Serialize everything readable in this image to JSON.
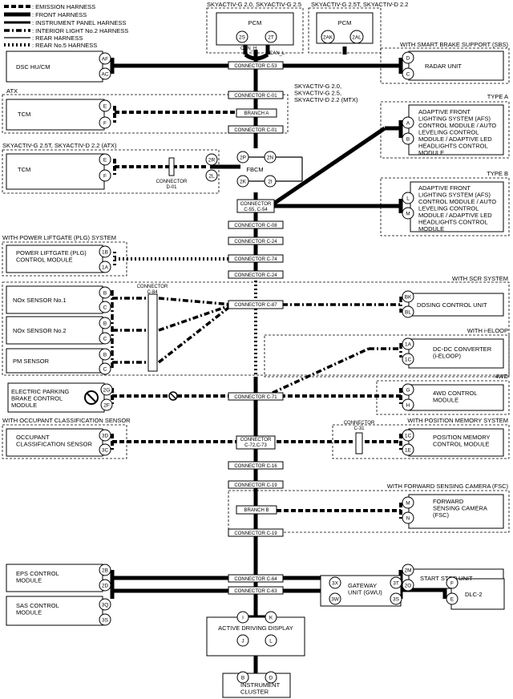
{
  "legend": [
    ": EMISSION HARNESS",
    ": FRONT HARNESS",
    ": INSTRUMENT PANEL HARNESS",
    ": INTERIOR LIGHT No.2 HARNESS",
    ": REAR HARNESS",
    ": REAR No.5 HARNESS"
  ],
  "groups": {
    "pcm_g": "SKYACTIV-G 2.0, SKYACTIV-G 2.5",
    "pcm_d": "SKYACTIV-G 2.5T, SKYACTIV-D 2.2",
    "sbs": "WITH SMART BRAKE SUPPORT (SBS)",
    "atx": "ATX",
    "mtx": "SKYACTIV-G 2.0,\nSKYACTIV-G 2.5,\nSKYACTIV-D 2.2 (MTX)",
    "type_a": "TYPE A",
    "atx2": "SKYACTIV-G 2.5T, SKYACTIV-D 2.2 (ATX)",
    "type_b": "TYPE B",
    "plg": "WITH POWER LIFTGATE (PLG) SYSTEM",
    "scr": "WITH SCR SYSTEM",
    "ieloop": "WITH i-ELOOP",
    "fwd": "4WD",
    "occ": "WITH OCCUPANT CLASSIFICATION SENSOR",
    "posmem": "WITH POSITION MEMORY SYSTEM",
    "fsc": "WITH FORWARD SENSING CAMERA (FSC)"
  },
  "modules": {
    "pcm1": "PCM",
    "pcm2": "PCM",
    "dsc": "DSC HU/CM",
    "radar": "RADAR UNIT",
    "tcm1": "TCM",
    "tcm2": "TCM",
    "afs_a": "ADAPTIVE FRONT\nLIGHTING SYSTEM (AFS)\nCONTROL MODULE / AUTO\nLEVELING CONTROL\nMODULE / ADAPTIVE LED\nHEADLIGHTS CONTROL\nMODULE",
    "fbcm": "FBCM",
    "afs_b": "ADAPTIVE FRONT\nLIGHTING SYSTEM (AFS)\nCONTROL MODULE / AUTO\nLEVELING CONTROL\nMODULE / ADAPTIVE LED\nHEADLIGHTS CONTROL\nMODULE",
    "plg": "POWER LIFTGATE (PLG)\nCONTROL MODULE",
    "nox1": "NOx SENSOR No.1",
    "dosing": "DOSING CONTROL UNIT",
    "nox2": "NOx SENSOR No.2",
    "dcdc": "DC-DC CONVERTER\n(i-ELOOP)",
    "pm": "PM SENSOR",
    "epb": "ELECTRIC PARKING\nBRAKE CONTROL\nMODULE",
    "fwd": "4WD CONTROL\nMODULE",
    "occ": "OCCUPANT\nCLASSIFICATION SENSOR",
    "posmem": "POSITION MEMORY\nCONTROL MODULE",
    "fsc": "FORWARD\nSENSING CAMERA\n(FSC)",
    "eps": "EPS CONTROL\nMODULE",
    "ssu": "START STOP UNIT",
    "sas": "SAS CONTROL\nMODULE",
    "gwu": "GATEWAY\nUNIT (GWU)",
    "dlc": "DLC-2",
    "add": "ACTIVE DRIVING DISPLAY",
    "cluster": "INSTRUMENT\nCLUSTER"
  },
  "connectors": {
    "c53": "CONNECTOR C-53",
    "c01a": "CONNECTOR C-01",
    "brA": "BRANCH A",
    "c01b": "CONNECTOR C-01",
    "d01": "CONNECTOR\nD-01",
    "c5554": "CONNECTOR\nC-55, C-54",
    "c08": "CONNECTOR C-08",
    "c24a": "CONNECTOR C-24",
    "c74": "CONNECTOR C-74",
    "c24b": "CONNECTOR C-24",
    "c84": "CONNECTOR\nC-84",
    "c87": "CONNECTOR C-87",
    "c71": "CONNECTOR C-71",
    "c7273": "CONNECTOR\nC-72,C-73",
    "c31": "CONNECTOR\nC-31",
    "c16": "CONNECTOR C-16",
    "c19a": "CONNECTOR C-19",
    "brB": "BRANCH B",
    "c19b": "CONNECTOR C-19",
    "c64": "CONNECTOR C-64",
    "c63": "CONNECTOR C-63"
  },
  "can": {
    "h": "CAN_H",
    "l": "CAN_L"
  },
  "pins": {
    "pcm1a": "2S",
    "pcm1b": "2T",
    "pcm2a": "2AK",
    "pcm2b": "2AL",
    "dscA": "AF",
    "dscB": "AC",
    "rdA": "D",
    "rdB": "C",
    "tcm1A": "E",
    "tcm1B": "F",
    "afsaA": "A",
    "afsaB": "B",
    "tcm2A": "E",
    "tcm2B": "F",
    "d01A": "2R",
    "d01B": "2L",
    "fb1": "2P",
    "fb2": "2N",
    "fb3": "2K",
    "fb4": "2I",
    "afsbA": "L",
    "afsbB": "M",
    "plgA": "1B",
    "plgB": "1A",
    "nox1A": "B",
    "nox1B": "C",
    "dosA": "BK",
    "dosB": "BL",
    "nox2A": "B",
    "nox2B": "C",
    "dcA": "1A",
    "dcB": "1C",
    "pmA": "B",
    "pmB": "C",
    "epbA": "2G",
    "epbB": "2F",
    "fwdA": "G",
    "fwdB": "H",
    "occA": "3D",
    "occB": "3C",
    "posA": "1C",
    "posB": "1E",
    "fscA": "M",
    "fscB": "N",
    "epsA": "2B",
    "epsB": "2D",
    "ssuA": "2M",
    "ssuB": "2O",
    "sasA": "3Q",
    "sasB": "3S",
    "gwA": "3X",
    "gwB": "3W",
    "gwC": "3T",
    "gwD": "3S",
    "dlcA": "F",
    "dlcB": "E",
    "addA": "I",
    "addB": "K",
    "addC": "J",
    "addD": "L",
    "clA": "B",
    "clB": "D"
  }
}
